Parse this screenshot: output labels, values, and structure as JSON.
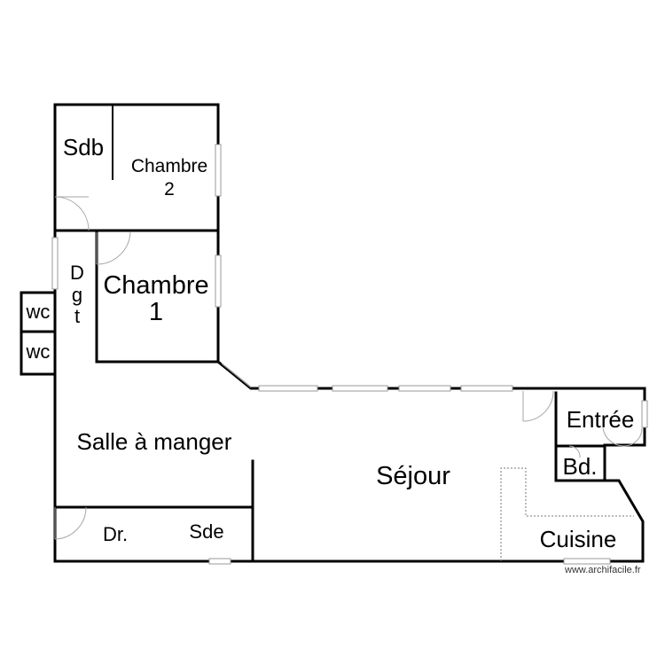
{
  "rooms": {
    "sdb": "Sdb",
    "chambre2_line1": "Chambre",
    "chambre2_line2": "2",
    "chambre1_line1": "Chambre",
    "chambre1_line2": "1",
    "dgt_line1": "D",
    "dgt_line2": "g",
    "dgt_line3": "t",
    "wc_upper": "wc",
    "wc_lower": "wc",
    "salle_a_manger": "Salle à manger",
    "sejour": "Séjour",
    "entree": "Entrée",
    "bd": "Bd.",
    "dr": "Dr.",
    "sde": "Sde",
    "cuisine": "Cuisine"
  },
  "watermark": "www.archifacile.fr",
  "colors": {
    "walls": "#000000",
    "doors": "#a6a6a6",
    "windows": "#9a9a9a",
    "background": "#ffffff"
  }
}
